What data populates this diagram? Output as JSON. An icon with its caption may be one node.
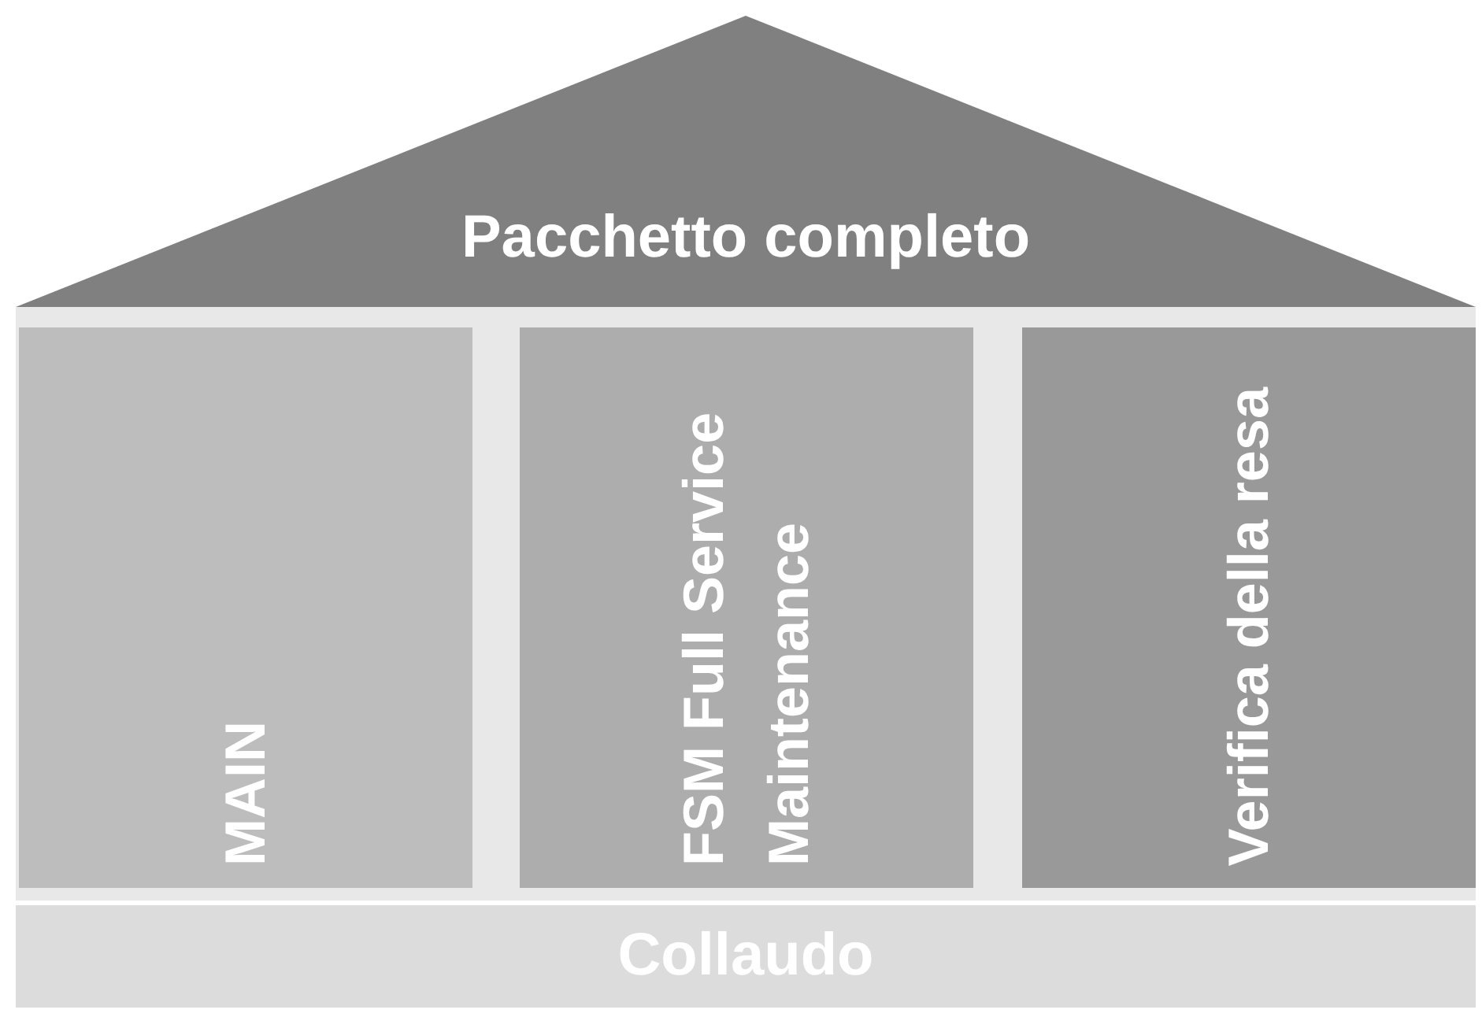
{
  "diagram": {
    "nodes": [
      {
        "text": [
          "Pacchetto completo"
        ]
      },
      {
        "text": [
          "MAIN"
        ]
      },
      {
        "text": [
          "FSM Full Service Maintenance"
        ]
      },
      {
        "text": [
          "Verifica della resa"
        ]
      },
      {
        "text": [
          "Collaudo"
        ]
      }
    ]
  }
}
